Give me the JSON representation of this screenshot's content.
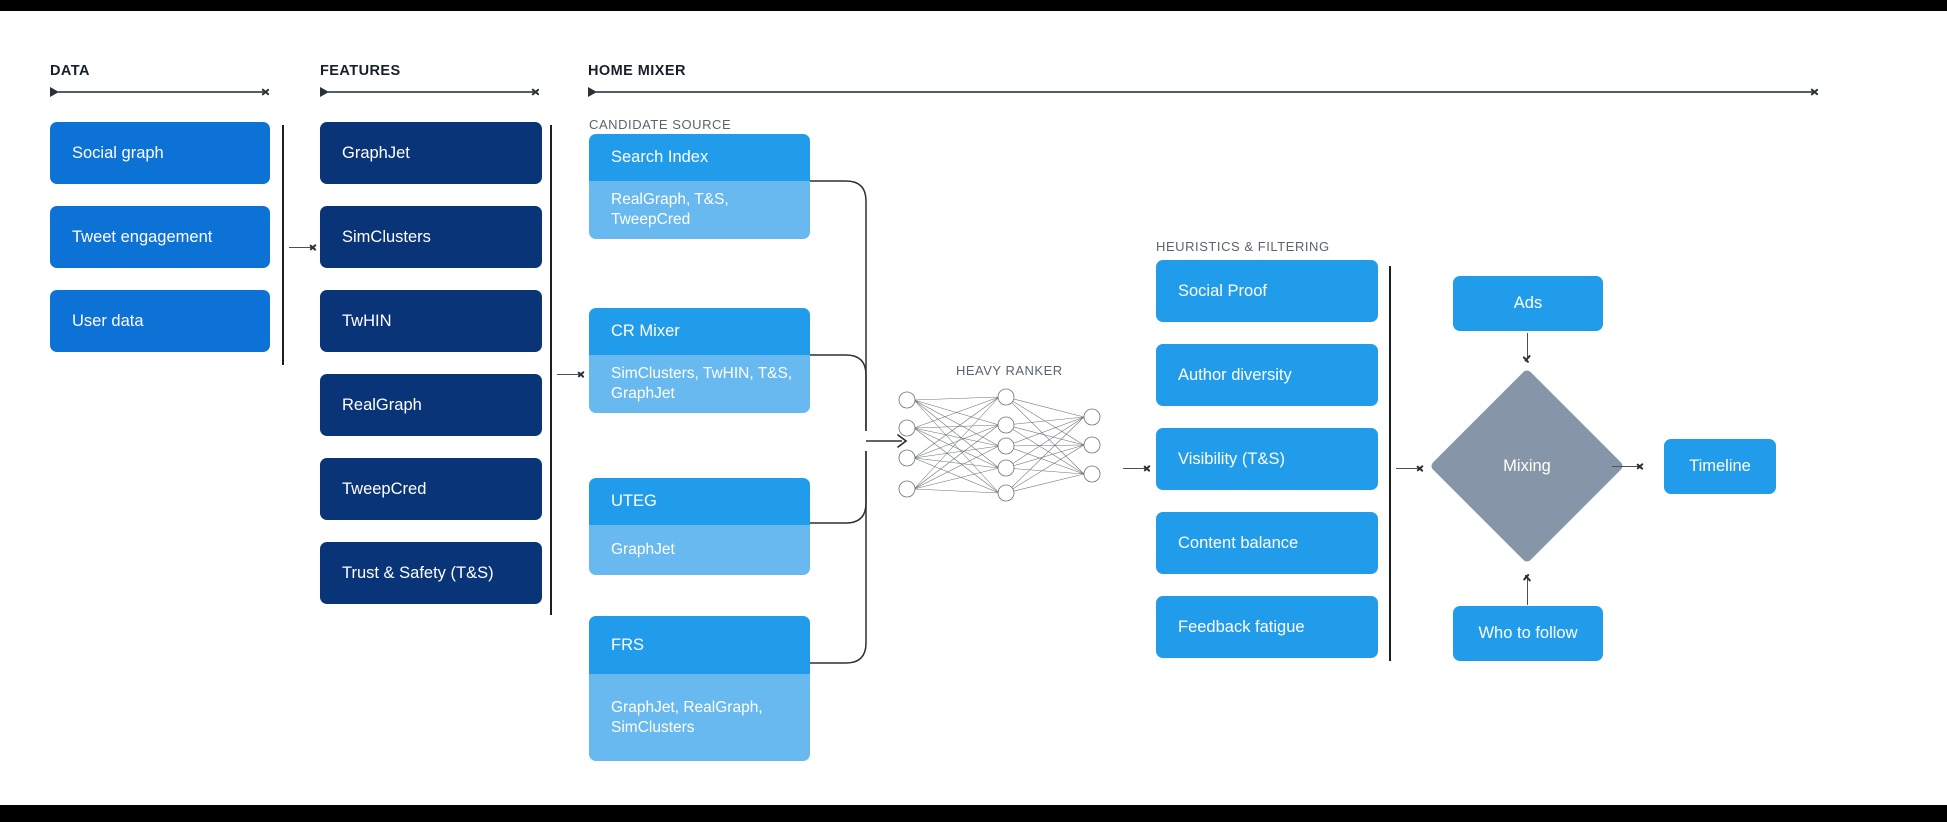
{
  "sections": {
    "data": {
      "title": "DATA"
    },
    "features": {
      "title": "FEATURES"
    },
    "home_mixer": {
      "title": "HOME MIXER"
    },
    "candidate_source": {
      "title": "CANDIDATE SOURCE"
    },
    "heavy_ranker": {
      "title": "HEAVY RANKER"
    },
    "heuristics": {
      "title": "HEURISTICS & FILTERING"
    }
  },
  "data_column": {
    "items": [
      {
        "label": "Social graph"
      },
      {
        "label": "Tweet engagement"
      },
      {
        "label": "User data"
      }
    ]
  },
  "features_column": {
    "items": [
      {
        "label": "GraphJet"
      },
      {
        "label": "SimClusters"
      },
      {
        "label": "TwHIN"
      },
      {
        "label": "RealGraph"
      },
      {
        "label": "TweepCred"
      },
      {
        "label": "Trust & Safety (T&S)"
      }
    ]
  },
  "candidate_sources": {
    "items": [
      {
        "name": "Search Index",
        "features": "RealGraph, T&S, TweepCred"
      },
      {
        "name": "CR Mixer",
        "features": "SimClusters, TwHIN, T&S, GraphJet"
      },
      {
        "name": "UTEG",
        "features": "GraphJet"
      },
      {
        "name": "FRS",
        "features": "GraphJet, RealGraph, SimClusters"
      }
    ]
  },
  "heavy_ranker": {
    "layers": [
      4,
      5,
      3
    ]
  },
  "heuristics_column": {
    "items": [
      {
        "label": "Social Proof"
      },
      {
        "label": "Author diversity"
      },
      {
        "label": "Visibility (T&S)"
      },
      {
        "label": "Content balance"
      },
      {
        "label": "Feedback fatigue"
      }
    ]
  },
  "mixing": {
    "ads_label": "Ads",
    "diamond_label": "Mixing",
    "who_to_follow_label": "Who to follow",
    "timeline_label": "Timeline"
  },
  "colors": {
    "data_blue": "#0c72d6",
    "feature_navy": "#0a3478",
    "bright_blue": "#219ceb",
    "light_blue": "#68b9ef",
    "diamond_grey": "#8696a8",
    "rule_grey": "#555d66",
    "label_grey": "#5a646e",
    "bar_black": "#000000"
  }
}
